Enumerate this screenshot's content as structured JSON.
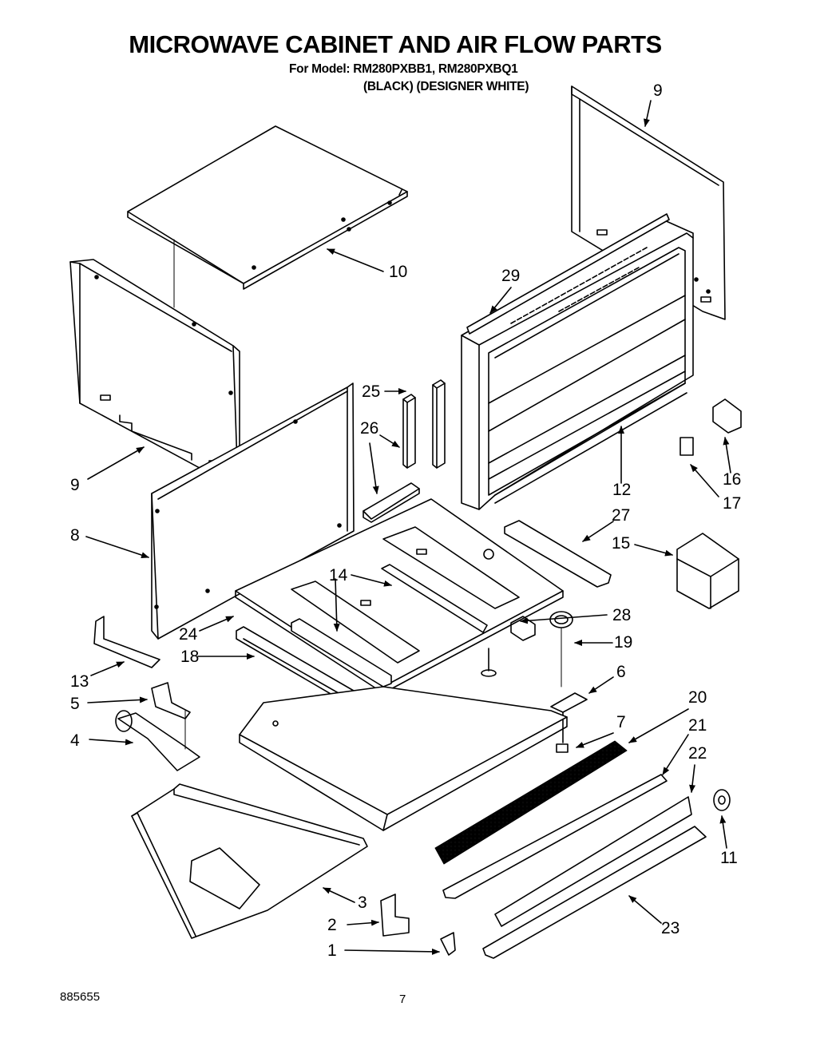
{
  "header": {
    "title": "MICROWAVE CABINET AND AIR FLOW PARTS",
    "model_line": "For Model: RM280PXBB1, RM280PXBQ1",
    "variant_line": "(BLACK)  (DESIGNER WHITE)"
  },
  "footer": {
    "doc_number": "885655",
    "page_number": "7"
  },
  "callouts": {
    "c1": "1",
    "c2": "2",
    "c3": "3",
    "c4": "4",
    "c5": "5",
    "c6": "6",
    "c7": "7",
    "c8": "8",
    "c9a": "9",
    "c9b": "9",
    "c10": "10",
    "c11": "11",
    "c12": "12",
    "c13": "13",
    "c14": "14",
    "c15": "15",
    "c16": "16",
    "c17": "17",
    "c18": "18",
    "c19": "19",
    "c20": "20",
    "c21": "21",
    "c22": "22",
    "c23": "23",
    "c24": "24",
    "c25": "25",
    "c26": "26",
    "c27": "27",
    "c28": "28",
    "c29": "29"
  }
}
